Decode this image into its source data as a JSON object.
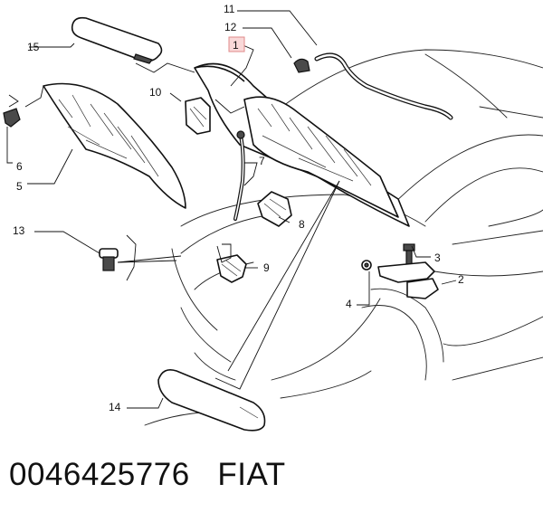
{
  "callouts": {
    "c1": "1",
    "c2": "2",
    "c3": "3",
    "c4": "4",
    "c5": "5",
    "c6": "6",
    "c7": "7",
    "c8": "8",
    "c9": "9",
    "c10": "10",
    "c11": "11",
    "c12": "12",
    "c13": "13",
    "c14": "14",
    "c15": "15"
  },
  "caption": {
    "part_number": "0046425776",
    "brand": "FIAT"
  },
  "colors": {
    "highlight_box_fill": "#f9d8d8",
    "highlight_box_stroke": "#e08a8a",
    "line": "#111111"
  }
}
